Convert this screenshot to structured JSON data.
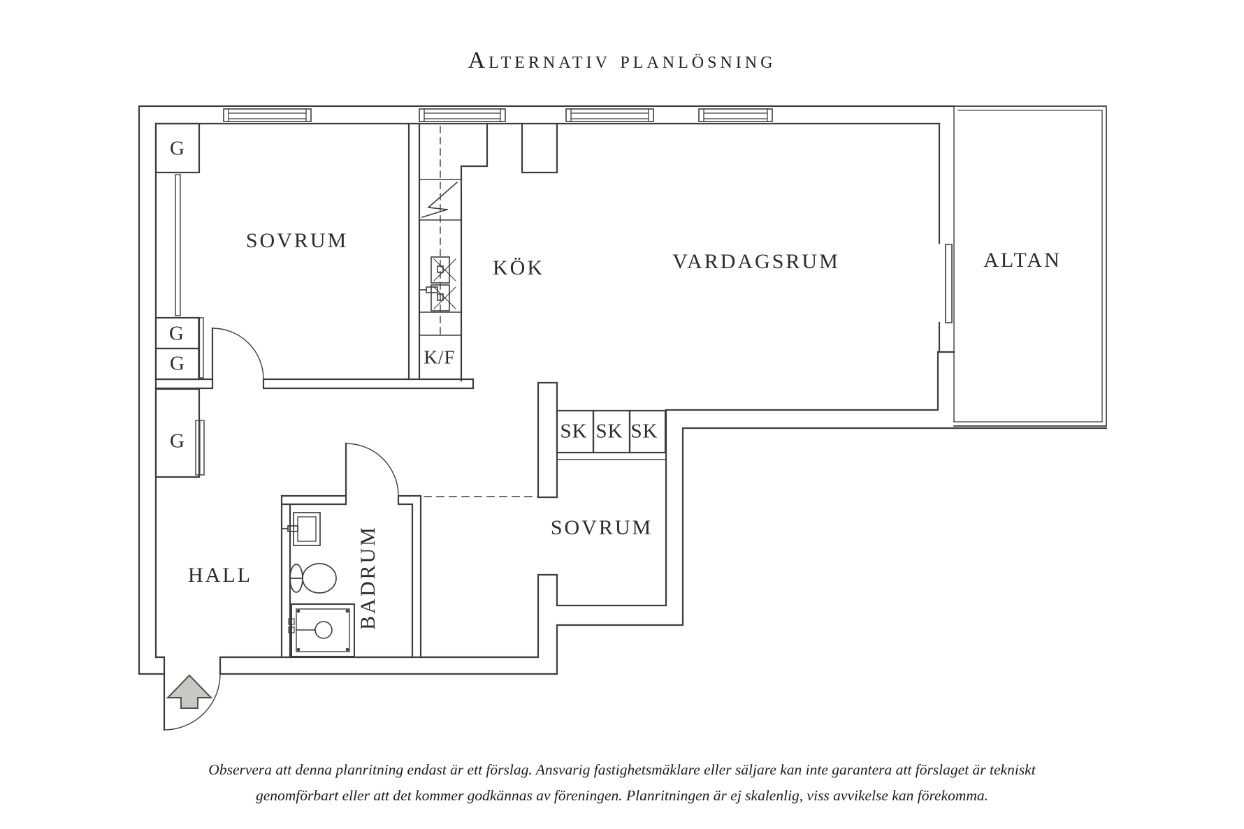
{
  "title": "Alternativ planlösning",
  "rooms": {
    "sovrum1": "SOVRUM",
    "kok": "KÖK",
    "vardagsrum": "VARDAGSRUM",
    "altan": "ALTAN",
    "sovrum2": "SOVRUM",
    "hall": "HALL",
    "badrum": "BADRUM"
  },
  "storage": {
    "g1": "G",
    "g2": "G",
    "g3": "G",
    "g_hall": "G",
    "sk1": "SK",
    "sk2": "SK",
    "sk3": "SK",
    "kf": "K/F"
  },
  "disclaimer": {
    "line1": "Observera att denna planritning endast är ett förslag. Ansvarig fastighetsmäklare eller säljare kan inte garantera att förslaget är tekniskt",
    "line2": "genomförbart eller att det kommer godkännas av föreningen. Planritningen är ej skalenlig, viss avvikelse kan förekomma."
  },
  "colors": {
    "line": "#3d3d3d",
    "text": "#2b2b2b",
    "arrow_fill": "#c9c9c3"
  }
}
